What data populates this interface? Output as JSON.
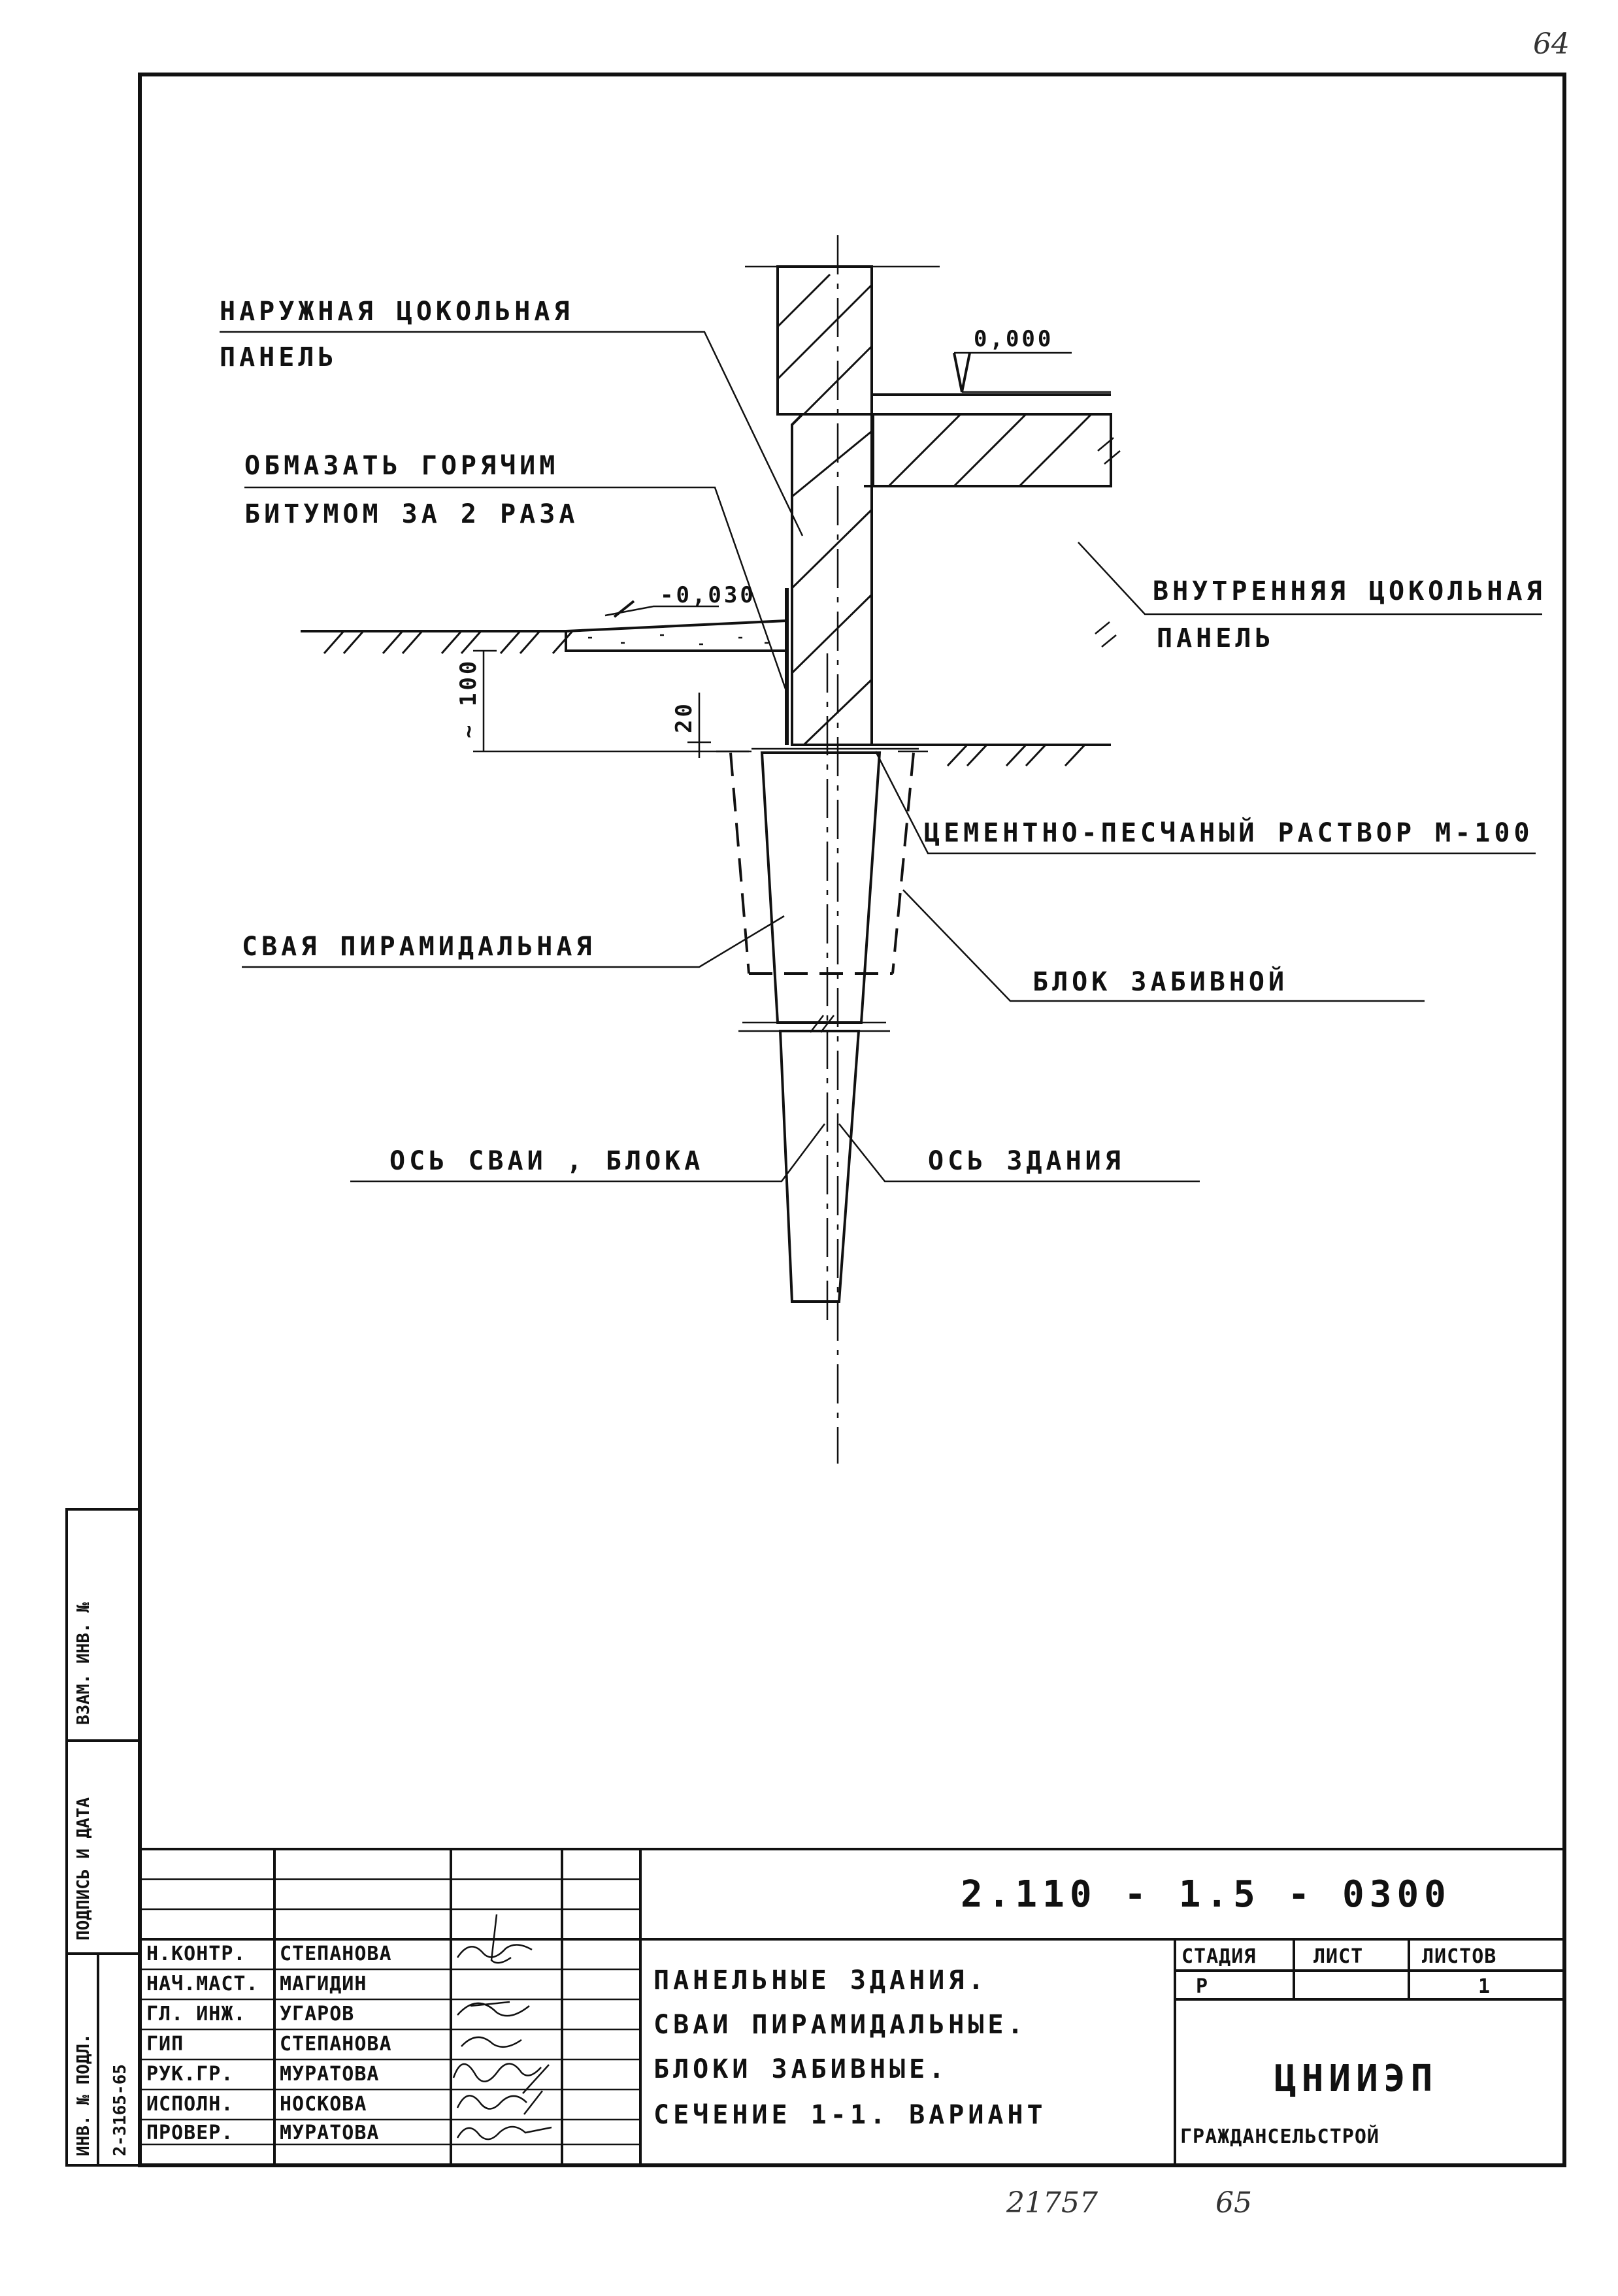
{
  "page_number": "64",
  "labels": {
    "outer_panel": [
      "НАРУЖНАЯ ЦОКОЛЬНАЯ",
      "ПАНЕЛЬ"
    ],
    "bitumen": [
      "ОБМАЗАТЬ ГОРЯЧИМ",
      "БИТУМОМ ЗА 2 РАЗА"
    ],
    "inner_panel": [
      "ВНУТРЕННЯЯ ЦОКОЛЬНАЯ",
      "ПАНЕЛЬ"
    ],
    "mortar": "ЦЕМЕНТНО-ПЕСЧАНЫЙ РАСТВОР М-100",
    "pile": "СВАЯ ПИРАМИДАЛЬНАЯ",
    "block": "БЛОК ЗАБИВНОЙ",
    "pile_axis": "ОСЬ СВАИ , БЛОКА",
    "building_axis": "ОСЬ ЗДАНИЯ"
  },
  "dimensions": {
    "level_top": "0,000",
    "level_ground": "-0,030",
    "dim_100": "~ 100",
    "dim_20": "20"
  },
  "title_block": {
    "doc_code": "2.110 - 1.5 - 0300",
    "roles": [
      "Н.КОНТР.",
      "НАЧ.МАСТ.",
      "ГЛ. ИНЖ.",
      "ГИП",
      "РУК.ГР.",
      "ИСПОЛН.",
      "ПРОВЕР."
    ],
    "names": [
      "СТЕПАНОВА",
      "МАГИДИН",
      "УГАРОВ",
      "СТЕПАНОВА",
      "МУРАТОВА",
      "НОСКОВА",
      "МУРАТОВА"
    ],
    "title_lines": [
      "ПАНЕЛЬНЫЕ ЗДАНИЯ.",
      "СВАИ ПИРАМИДАЛЬНЫЕ.",
      "БЛОКИ ЗАБИВНЫЕ.",
      "СЕЧЕНИЕ 1-1. ВАРИАНТ"
    ],
    "stage_header": "СТАДИЯ",
    "sheet_header": "ЛИСТ",
    "sheets_header": "ЛИСТОВ",
    "stage_value": "Р",
    "sheet_value": "",
    "sheets_value": "1",
    "org_name": "ЦНИИЭП",
    "org_sub": "ГРАЖДАНСЕЛЬСТРОЙ"
  },
  "side_stamp": {
    "inv_orig": "ИНВ. № ПОДЛ.",
    "sign_date": "ПОДПИСЬ И ДАТА",
    "inv_mutual": "ВЗАМ. ИНВ. №",
    "inv_number": "2-3165-65"
  },
  "bottom_numbers": [
    "21757",
    "65"
  ]
}
